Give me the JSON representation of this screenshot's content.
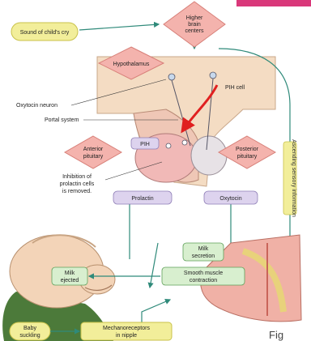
{
  "diagram": {
    "nodes": {
      "sound": "Sound of child's cry",
      "higher_brain": [
        "Higher",
        "brain",
        "centers"
      ],
      "hypothalamus": "Hypothalamus",
      "pih_cell": "PIH cell",
      "oxytocin_neuron": "Oxytocin neuron",
      "portal_system": "Portal system",
      "pih": "PIH",
      "anterior_pituitary": [
        "Anterior",
        "pituitary"
      ],
      "posterior_pituitary": [
        "Posterior",
        "pituitary"
      ],
      "inhibition": [
        "Inhibition of",
        "prolactin cells",
        "is removed."
      ],
      "prolactin": "Prolactin",
      "oxytocin": "Oxytocin",
      "milk_secretion": [
        "Milk",
        "secretion"
      ],
      "smooth_muscle": [
        "Smooth muscle",
        "contraction"
      ],
      "milk_ejected": [
        "Milk",
        "ejected"
      ],
      "baby_suckling": [
        "Baby",
        "suckling"
      ],
      "mechanoreceptors": [
        "Mechanoreceptors",
        "in nipple"
      ],
      "ascending": "Ascending sensory information"
    },
    "figure_label": "Fig"
  },
  "colors": {
    "yellow_box": "#f2ee9a",
    "yellow_border": "#c9c24a",
    "diamond": "#f4b3ad",
    "diamond_border": "#d77f78",
    "green_box": "#d8efcf",
    "green_border": "#5fa05a",
    "purple_box": "#ddd3ee",
    "purple_border": "#8f7fb7",
    "brain_tissue": "#f4dcc3",
    "pink_bar": "#d9387a",
    "arrow": "#2f8a7a",
    "red_arrow": "#e02020"
  }
}
